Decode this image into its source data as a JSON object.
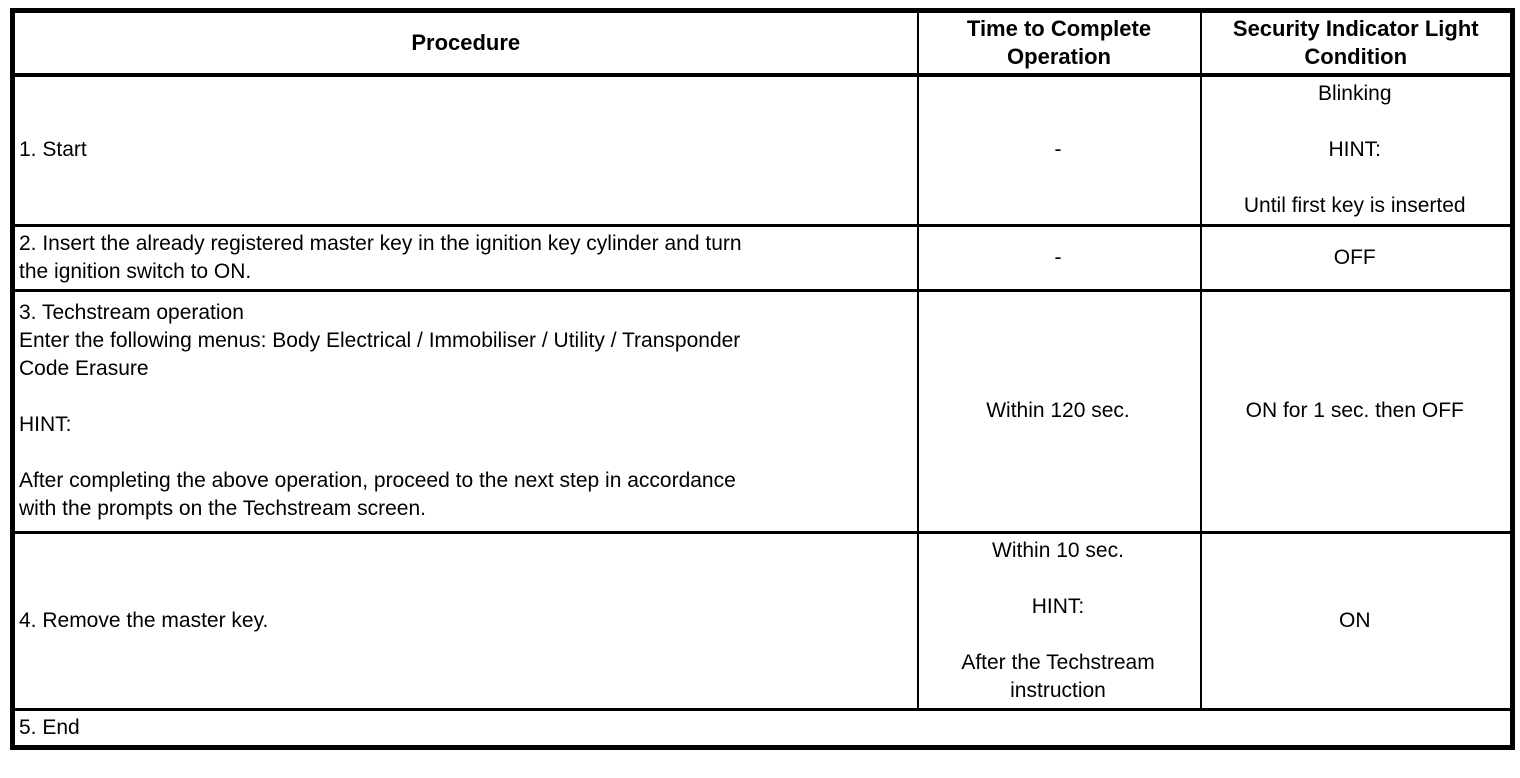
{
  "table": {
    "columns": [
      "Procedure",
      "Time to Complete\nOperation",
      "Security Indicator Light\nCondition"
    ],
    "rows": [
      {
        "procedure": [
          "1. Start"
        ],
        "time": [
          "-"
        ],
        "light": [
          "Blinking",
          "HINT:",
          "Until first key is inserted"
        ]
      },
      {
        "procedure": [
          "2. Insert the already registered master key in the ignition key cylinder and turn\nthe ignition switch to ON."
        ],
        "time": [
          "-"
        ],
        "light": [
          "OFF"
        ]
      },
      {
        "procedure": [
          "3. Techstream operation\nEnter the following menus: Body Electrical / Immobiliser / Utility / Transponder\nCode Erasure",
          "HINT:",
          "After completing the above operation, proceed to the next step in accordance\nwith the prompts on the Techstream screen."
        ],
        "time": [
          "Within 120 sec."
        ],
        "light": [
          "ON for 1 sec. then OFF"
        ]
      },
      {
        "procedure": [
          "4. Remove the master key."
        ],
        "time": [
          "Within 10 sec.",
          "HINT:",
          "After the Techstream\ninstruction"
        ],
        "light": [
          "ON"
        ]
      },
      {
        "procedure": [
          "5. End"
        ]
      }
    ],
    "colors": {
      "border": "#000000",
      "text": "#000000",
      "background": "#ffffff"
    }
  }
}
